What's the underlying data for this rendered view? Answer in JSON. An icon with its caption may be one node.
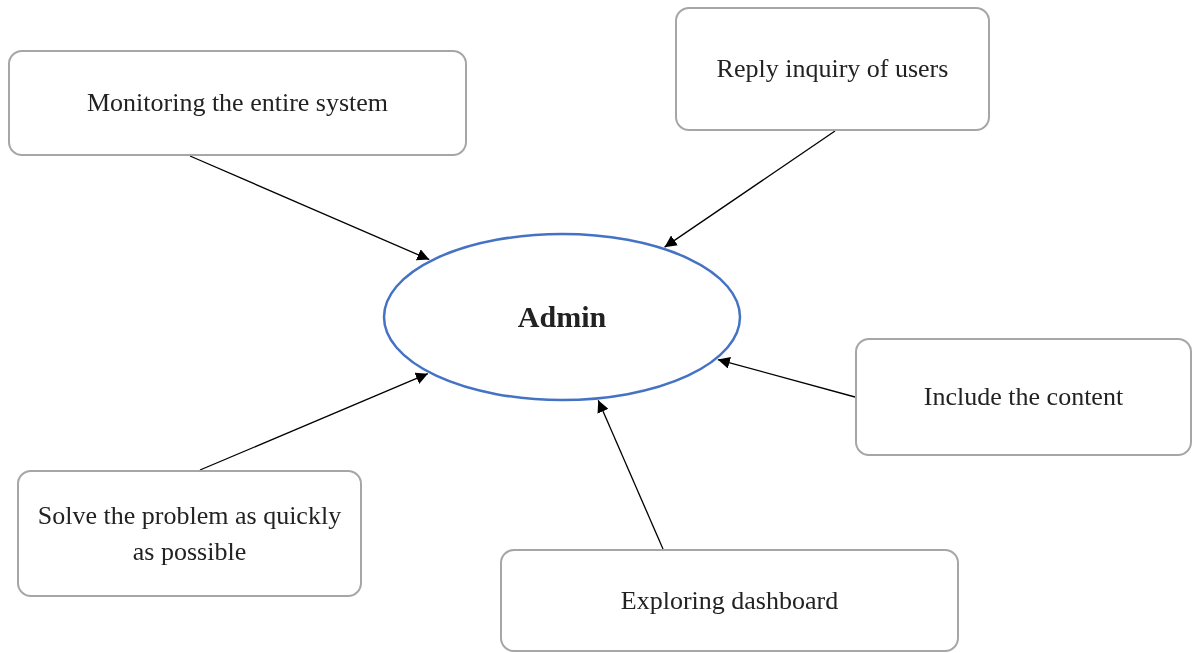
{
  "diagram": {
    "nodes": [
      {
        "text": [
          "Admin"
        ]
      },
      {
        "text": [
          "Monitoring the entire system"
        ]
      },
      {
        "text": [
          "Reply inquiry of users"
        ]
      },
      {
        "text": [
          "Include the content"
        ]
      },
      {
        "text": [
          "Solve the problem as quickly as possible"
        ]
      },
      {
        "text": [
          "Exploring dashboard"
        ]
      }
    ],
    "edges": [
      {
        "from": 1,
        "to": 0,
        "arrow": "to"
      },
      {
        "from": 2,
        "to": 0,
        "arrow": "to"
      },
      {
        "from": 3,
        "to": 0,
        "arrow": "to"
      },
      {
        "from": 4,
        "to": 0,
        "arrow": "to"
      },
      {
        "from": 5,
        "to": 0,
        "arrow": "to"
      }
    ]
  }
}
